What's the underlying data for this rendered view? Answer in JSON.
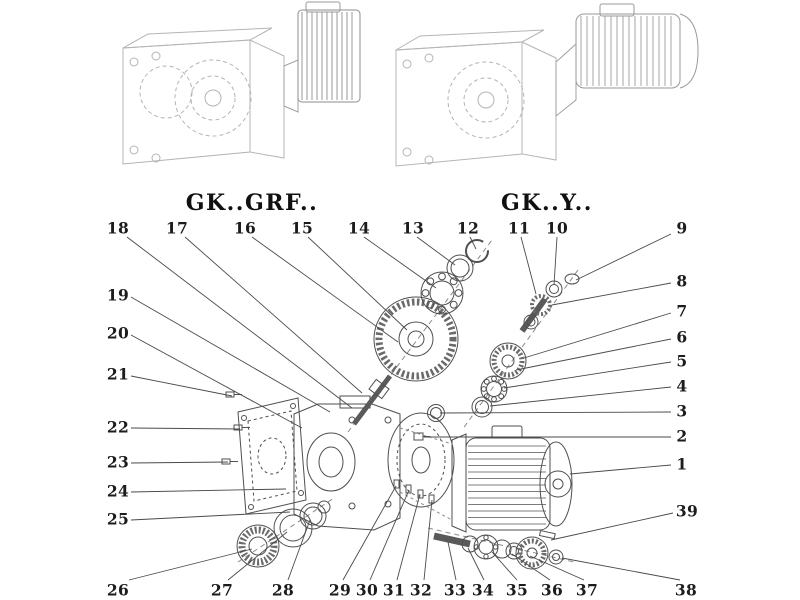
{
  "figure": {
    "title_left": "GK..GRF..",
    "title_right": "GK..Y.."
  },
  "callouts": [
    "18",
    "17",
    "16",
    "15",
    "14",
    "13",
    "12",
    "11",
    "10",
    "9",
    "8",
    "7",
    "6",
    "5",
    "4",
    "3",
    "2",
    "1",
    "39",
    "19",
    "20",
    "21",
    "22",
    "23",
    "24",
    "25",
    "26",
    "27",
    "28",
    "29",
    "30",
    "31",
    "32",
    "33",
    "34",
    "35",
    "36",
    "37",
    "38"
  ]
}
